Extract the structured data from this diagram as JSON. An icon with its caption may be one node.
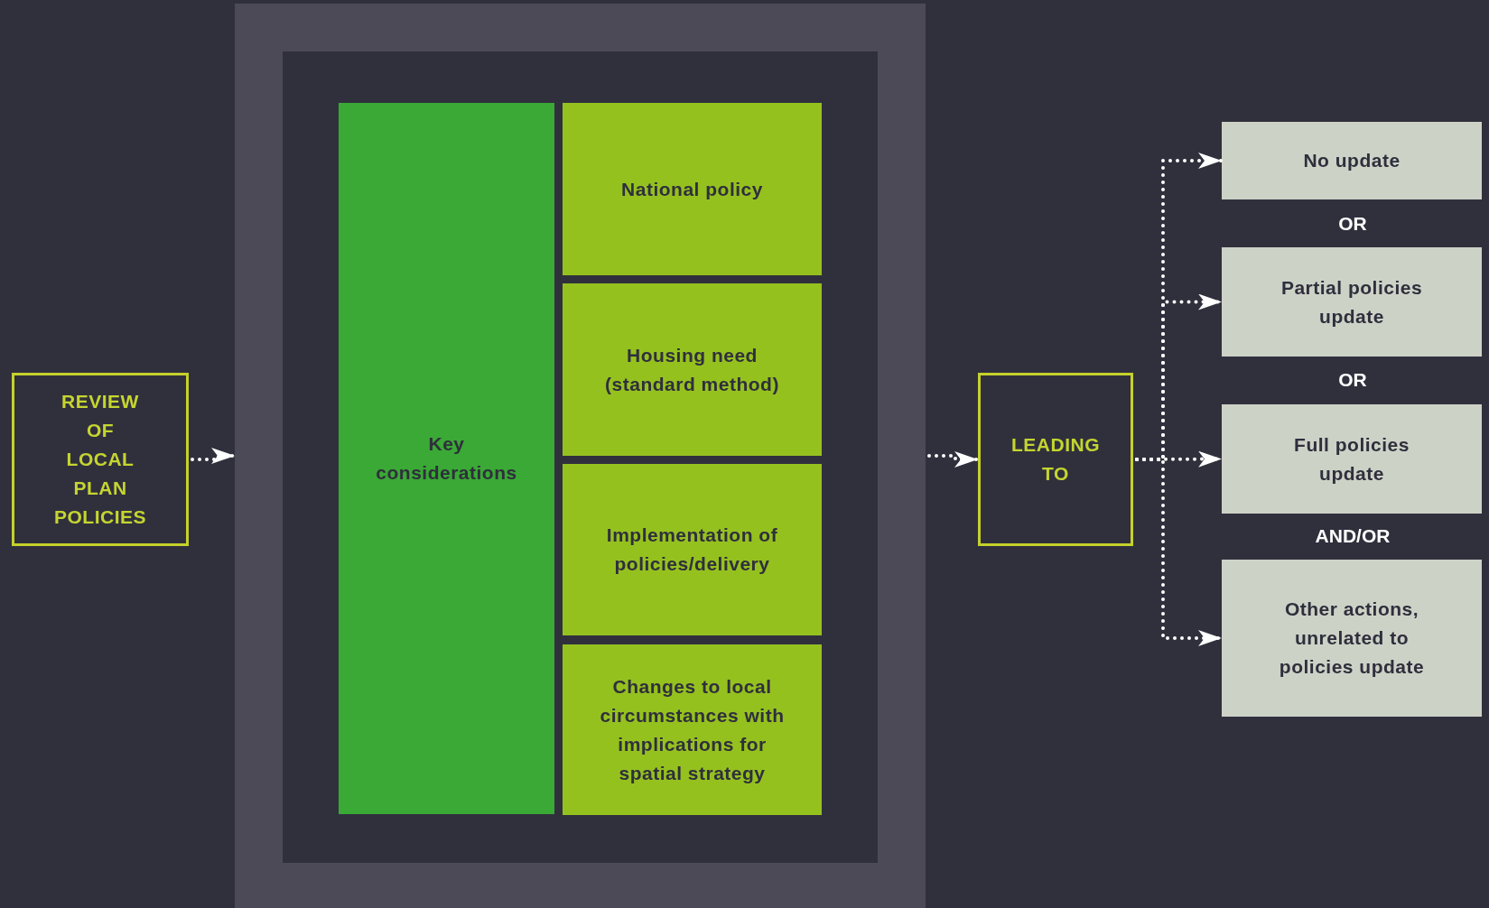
{
  "diagram": {
    "nodes": [
      {
        "text": [
          "REVIEW OF LOCAL PLAN POLICIES"
        ]
      },
      {
        "text": [],
        "shape": "box"
      },
      {
        "text": [
          "Key considerations"
        ],
        "in": 1
      },
      {
        "text": [
          "National policy"
        ],
        "in": 1
      },
      {
        "text": [
          "Housing need (standard method)"
        ],
        "in": 1
      },
      {
        "text": [
          "Implementation of policies/delivery"
        ],
        "in": 1
      },
      {
        "text": [
          "Changes to local circumstances with implications for spatial strategy"
        ],
        "in": 1
      },
      {
        "text": [
          "LEADING TO"
        ]
      },
      {
        "text": [
          "No update"
        ]
      },
      {
        "text": [
          "Partial policies update"
        ]
      },
      {
        "text": [
          "Full policies update"
        ]
      },
      {
        "text": [
          "Other actions, unrelated to policies update"
        ]
      }
    ],
    "edges": [
      {
        "from": 0,
        "to": 1,
        "arrow": "to"
      },
      {
        "from": 1,
        "to": 7,
        "arrow": "to"
      },
      {
        "from": 7,
        "to": 8,
        "arrow": "to"
      },
      {
        "from": 7,
        "to": 9,
        "arrow": "to"
      },
      {
        "from": 7,
        "to": 10,
        "arrow": "to"
      },
      {
        "from": 7,
        "to": 11,
        "arrow": "to"
      }
    ],
    "labels": [
      "OR",
      "OR",
      "AND/OR"
    ]
  }
}
